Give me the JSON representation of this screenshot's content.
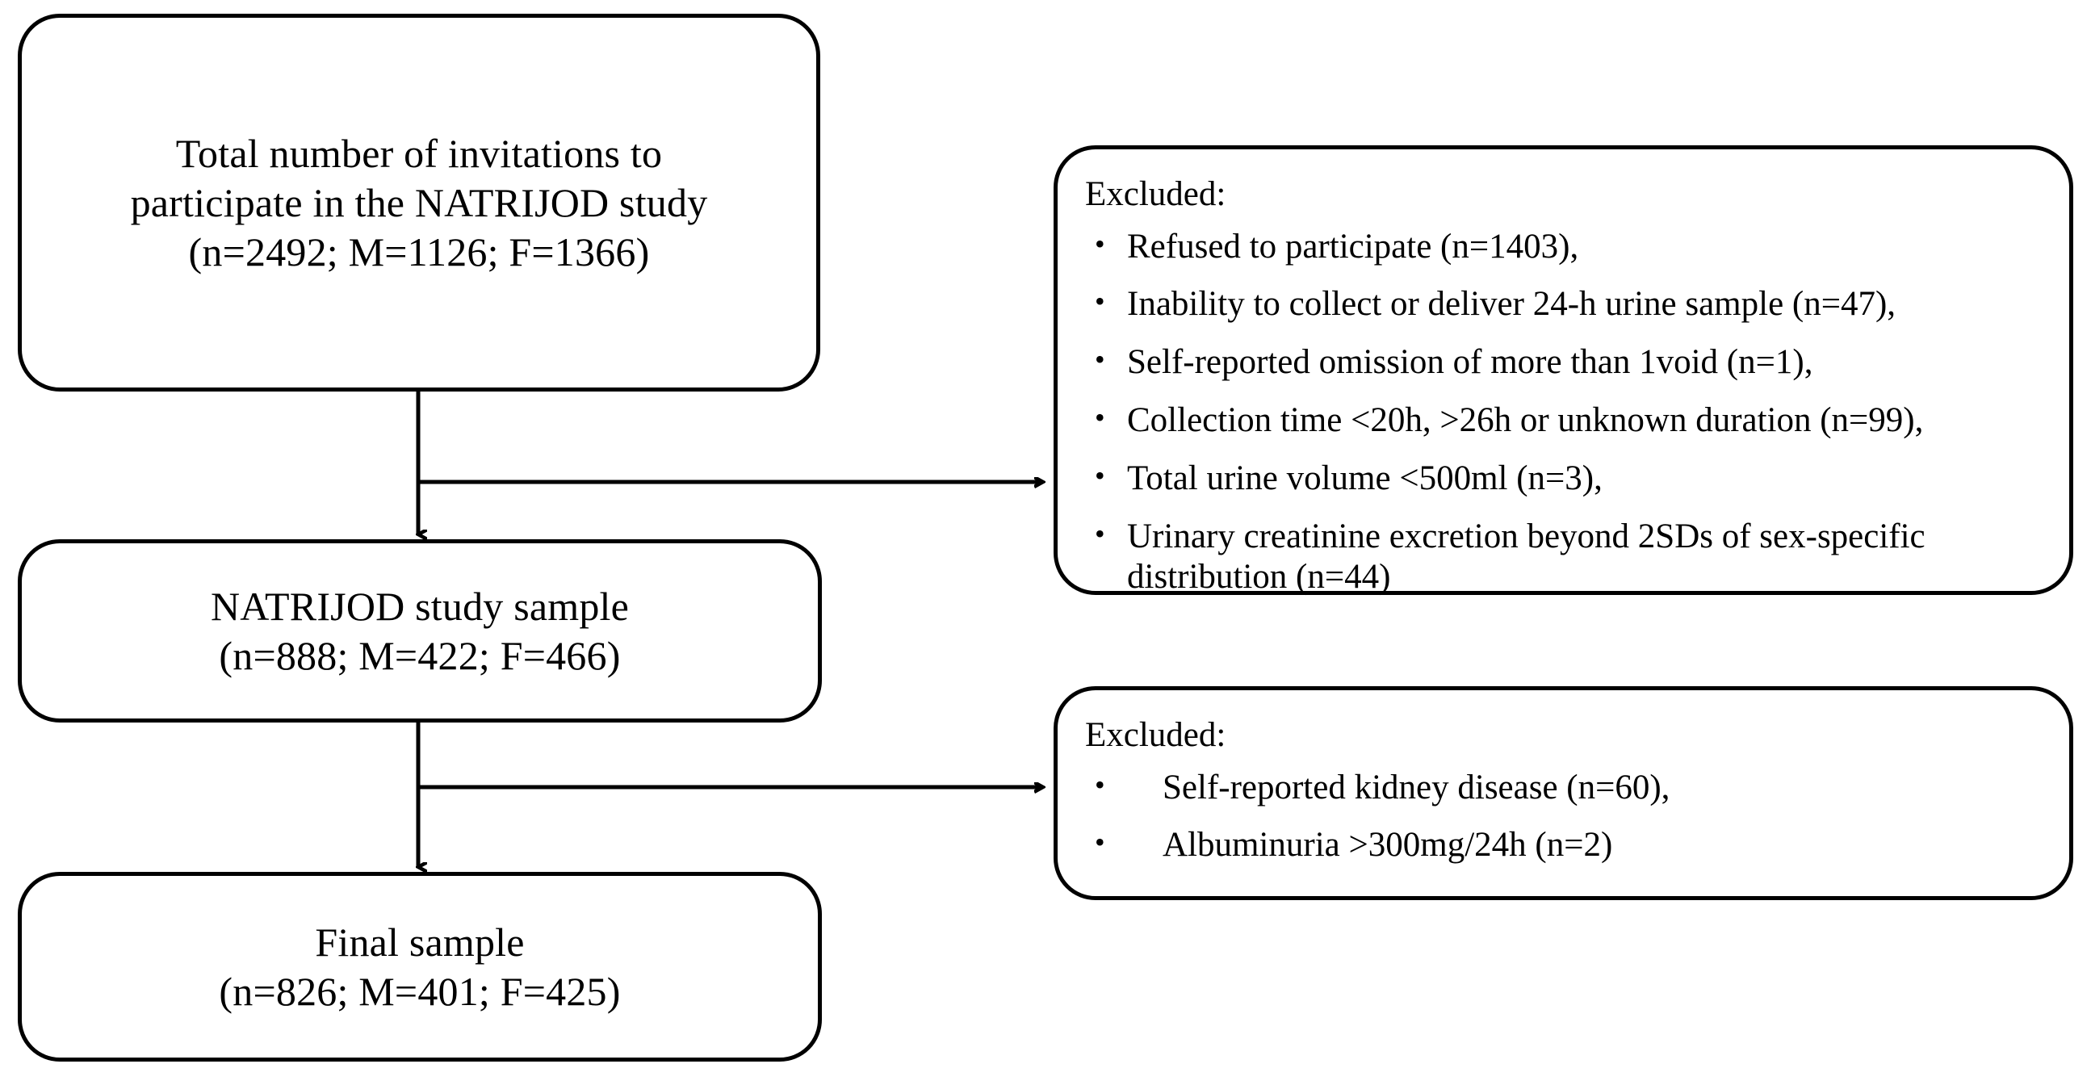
{
  "diagram": {
    "title": "NATRIJOD study participant flow diagram",
    "type": "flowchart",
    "line_color": "#000000",
    "background_color": "#ffffff",
    "text_color": "#000000"
  },
  "nodes": {
    "total_invitations": {
      "label": "Total number of invitations to\nparticipate in the NATRIJOD study\n(n=2492; M=1126; F=1366)",
      "n": 2492,
      "male": 1126,
      "female": 1366
    },
    "study_sample": {
      "label": "NATRIJOD study sample\n(n=888; M=422; F=466)",
      "n": 888,
      "male": 422,
      "female": 466
    },
    "final_sample": {
      "label": "Final sample\n(n=826; M=401; F=425)",
      "n": 826,
      "male": 401,
      "female": 425
    }
  },
  "exclusions_first": {
    "title": "Excluded:",
    "bullet": "•",
    "items": [
      "Refused to participate (n=1403),",
      "Inability to collect or deliver 24-h urine sample (n=47),",
      "Self-reported omission of more than 1void (n=1),",
      "Collection time <20h, >26h or unknown duration (n=99),",
      "Total urine volume <500ml (n=3),",
      "Urinary creatinine excretion beyond 2SDs of sex-specific distribution (n=44)"
    ],
    "counts": [
      1403,
      47,
      1,
      99,
      3,
      44
    ]
  },
  "exclusions_second": {
    "title": "Excluded:",
    "bullet": "•",
    "items": [
      "Self-reported kidney disease (n=60),",
      "Albuminuria >300mg/24h (n=2)"
    ],
    "counts": [
      60,
      2
    ]
  }
}
